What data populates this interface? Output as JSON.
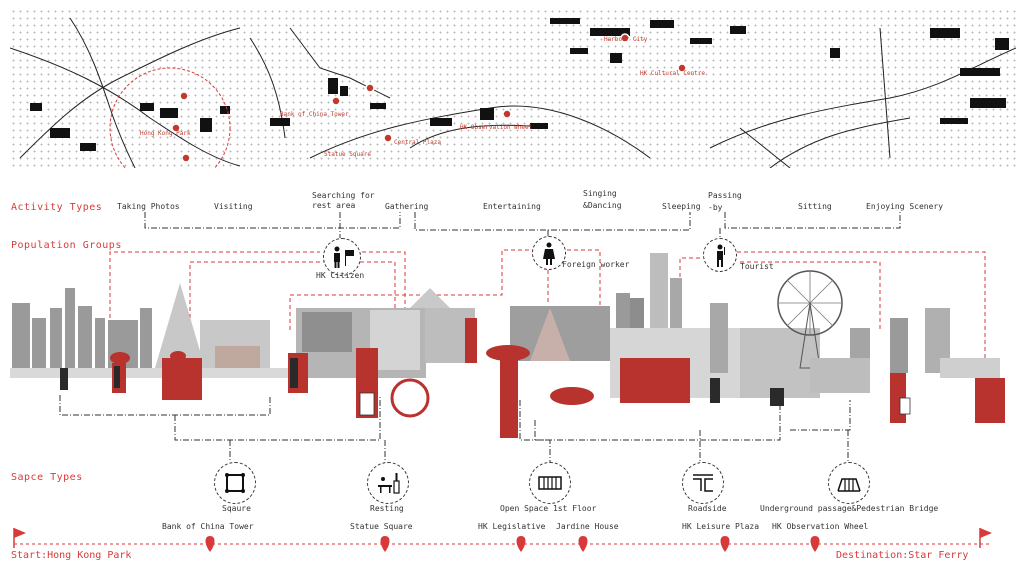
{
  "map": {
    "labels": [
      {
        "text": "Harbour City"
      },
      {
        "text": "HK Cultural Centre"
      },
      {
        "text": "Hong Kong Park"
      },
      {
        "text": "Bank of China Tower"
      },
      {
        "text": "Statue Square"
      },
      {
        "text": "Central Plaza"
      },
      {
        "text": "HK Observation Wheel"
      }
    ]
  },
  "sections": {
    "activity": "Activity Types",
    "population": "Population Groups",
    "space": "Sapce Types"
  },
  "activities": [
    "Taking Photos",
    "Visiting",
    "Searching for\nrest area",
    "Gathering",
    "Entertaining",
    "Singing\n&Dancing",
    "Sleeping",
    "Passing\n-by",
    "Sitting",
    "Enjoying Scenery"
  ],
  "population": {
    "citizen": "HK Citizen",
    "worker": "Foreign worker",
    "tourist": "Tourist"
  },
  "space_types": [
    "Sqaure",
    "Resting",
    "Open Space 1st Floor",
    "Roadside",
    "Underground passage&Pedestrian Bridge"
  ],
  "locations": [
    "Bank of China Tower",
    "Statue Square",
    "HK Legislative",
    "Jardine House",
    "HK Leisure Plaza",
    "HK Observation Wheel"
  ],
  "route": {
    "start": "Start:Hong Kong Park",
    "destination": "Destination:Star Ferry"
  },
  "colors": {
    "accent": "#d83a3a",
    "ink": "#222222",
    "figure_red": "#b8322e"
  },
  "icons": [
    "person-icon",
    "flag-icon",
    "square-icon",
    "bench-icon",
    "grid-icon",
    "road-icon",
    "bridge-icon",
    "map-pin-icon",
    "flag-marker-icon"
  ]
}
